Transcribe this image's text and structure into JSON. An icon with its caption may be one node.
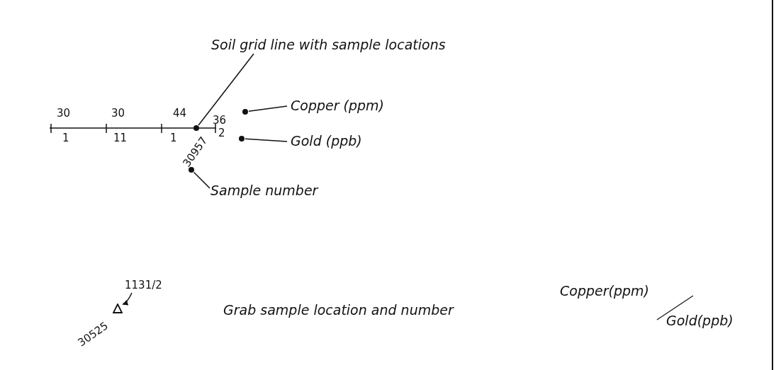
{
  "diagram": {
    "nodes": [
      {
        "text": [
          "Soil grid line with sample locations"
        ]
      },
      {
        "text": [],
        "shape": "circle"
      },
      {
        "text": [
          "Copper (ppm)"
        ]
      },
      {
        "text": [],
        "shape": "circle"
      },
      {
        "text": [
          "Gold (ppb)"
        ]
      },
      {
        "text": [],
        "shape": "circle"
      },
      {
        "text": [],
        "shape": "circle"
      },
      {
        "text": [
          "Sample number"
        ]
      },
      {
        "text": [],
        "shape": "triangle"
      },
      {
        "text": [
          "1131/2"
        ]
      }
    ],
    "edges": [
      {
        "from": 0,
        "to": 1,
        "arrow": "none"
      },
      {
        "from": 2,
        "to": 3,
        "arrow": "none"
      },
      {
        "from": 4,
        "to": 5,
        "arrow": "none"
      },
      {
        "from": 7,
        "to": 6,
        "arrow": "none"
      },
      {
        "from": 9,
        "to": 8,
        "arrow": "to"
      }
    ],
    "labels": [
      "30",
      "30",
      "44",
      "36",
      "1",
      "11",
      "1",
      "2",
      "30957",
      "30525",
      "Grab sample location and number",
      "Copper(ppm)",
      "Gold(ppb)"
    ]
  }
}
